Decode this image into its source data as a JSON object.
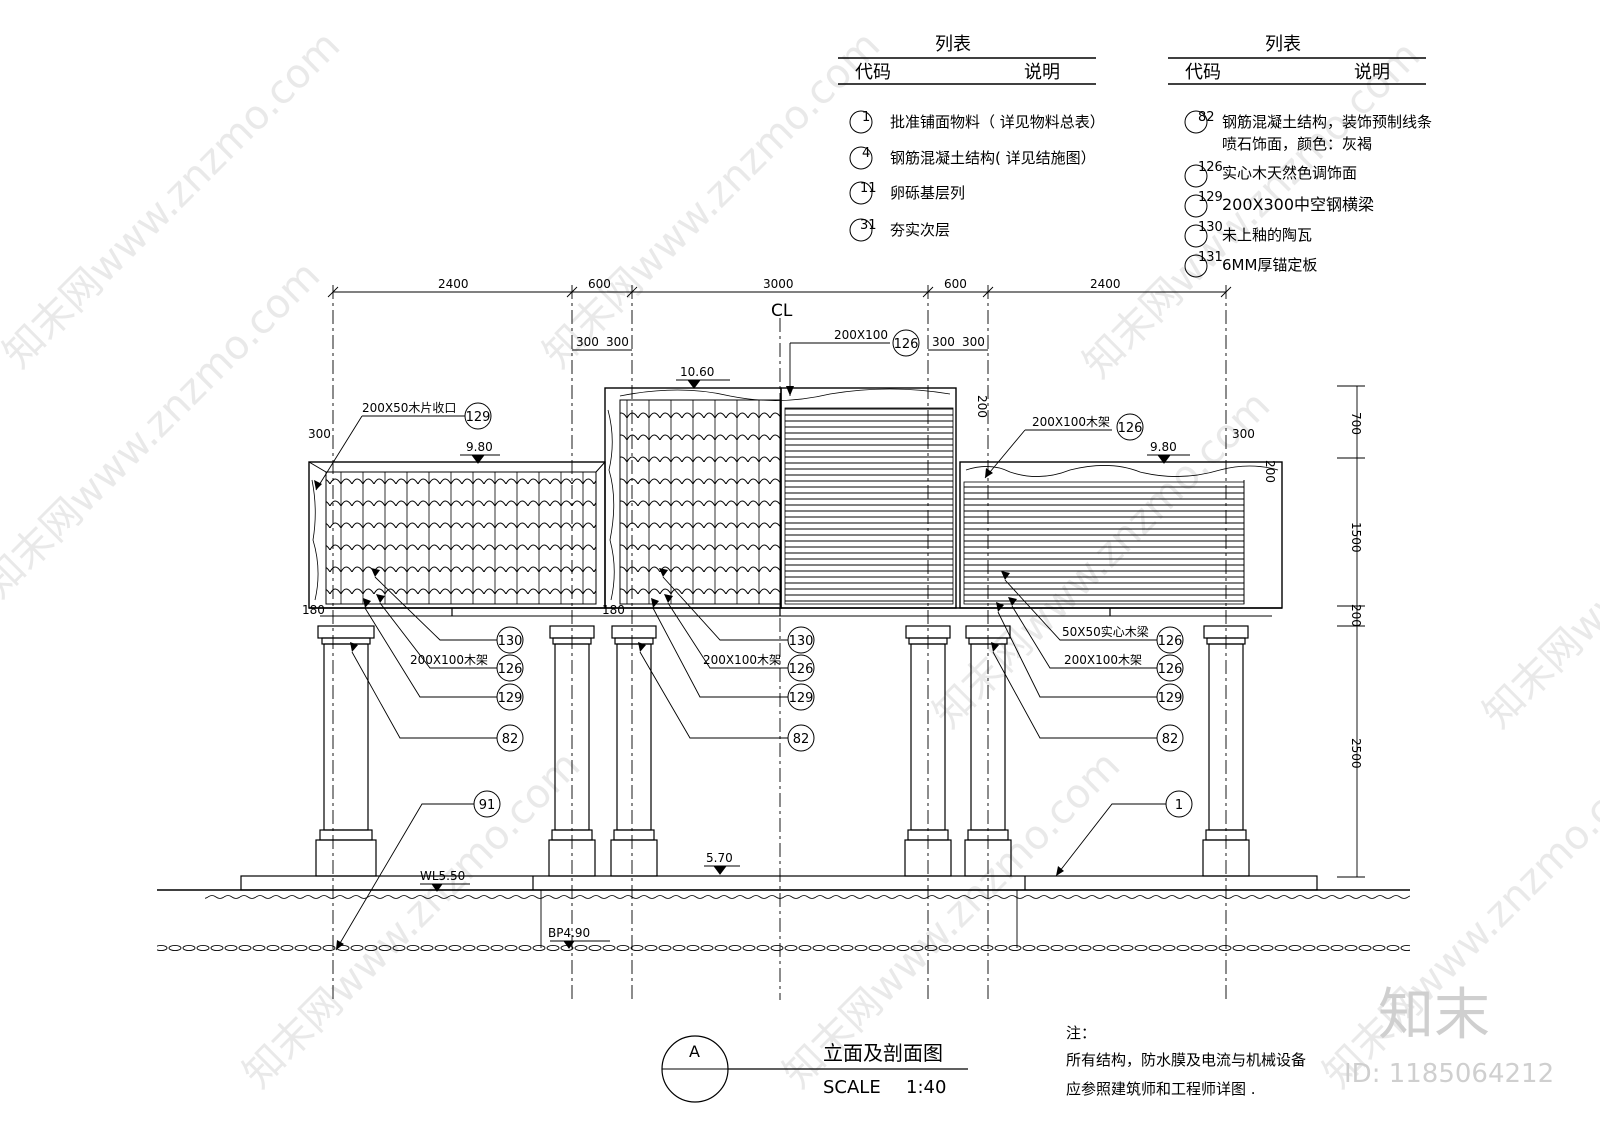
{
  "legend_left": {
    "title": "列表",
    "col_code": "代码",
    "col_desc": "说明",
    "rows": [
      {
        "code": "1",
        "desc": "批准铺面物料（ 详见物料总表）"
      },
      {
        "code": "4",
        "desc": "钢筋混凝土结构( 详见结施图）"
      },
      {
        "code": "11",
        "desc": "卵砾基层列"
      },
      {
        "code": "31",
        "desc": "夯实次层"
      }
    ]
  },
  "legend_right": {
    "title": "列表",
    "col_code": "代码",
    "col_desc": "说明",
    "rows": [
      {
        "code": "82",
        "desc": "钢筋混凝土结构，装饰预制线条",
        "desc2": "喷石饰面，颜色：灰褐"
      },
      {
        "code": "126",
        "desc": "实心木天然色调饰面"
      },
      {
        "code": "129",
        "desc": "200X300中空钢横梁"
      },
      {
        "code": "130",
        "desc": "未上釉的陶瓦"
      },
      {
        "code": "131",
        "desc": "6MM厚锚定板"
      }
    ]
  },
  "dims_top": [
    "2400",
    "600",
    "3000",
    "600",
    "2400"
  ],
  "dims_sub": [
    "300",
    "300",
    "300",
    "300"
  ],
  "dims_misc": {
    "left_300": "300",
    "right_300": "300",
    "left_180": "180",
    "mid_180": "180",
    "d200_top": "200",
    "d200_right": "200"
  },
  "dims_vertical": [
    "700",
    "1500",
    "200",
    "2500"
  ],
  "centerline": "CL",
  "levels": {
    "l_10_60": "10.60",
    "l_9_80_left": "9.80",
    "l_9_80_right": "9.80",
    "l_5_70": "5.70",
    "wl": "WL5.50",
    "bp": "BP4.90"
  },
  "annotations": {
    "a1": "200X50木片收口",
    "a2": "200X100",
    "a3": "200X100木架",
    "a4": "200X100木架",
    "a5": "200X100木架",
    "a6": "200X100木架",
    "a7": "50X50实心木梁"
  },
  "callouts": {
    "c129_a": "129",
    "c126_top": "126",
    "c126_right": "126",
    "c130_l": "130",
    "c126_l": "126",
    "c129_l": "129",
    "c82_l": "82",
    "c130_m": "130",
    "c126_m": "126",
    "c129_m": "129",
    "c82_m": "82",
    "c126_r1": "126",
    "c126_r2": "126",
    "c129_r": "129",
    "c82_r": "82",
    "c91": "91",
    "c1": "1"
  },
  "title_block": {
    "symbol": "A",
    "title": "立面及剖面图",
    "scale": "SCALE",
    "scale_value": "1:40"
  },
  "notes": {
    "label": "注：",
    "line1": "所有结构，防水膜及电流与机械设备",
    "line2": "应参照建筑师和工程师详图 ."
  },
  "watermark": {
    "logo": "知末",
    "id": "ID: 1185064212",
    "site": "知末网www.znzmo.com"
  }
}
